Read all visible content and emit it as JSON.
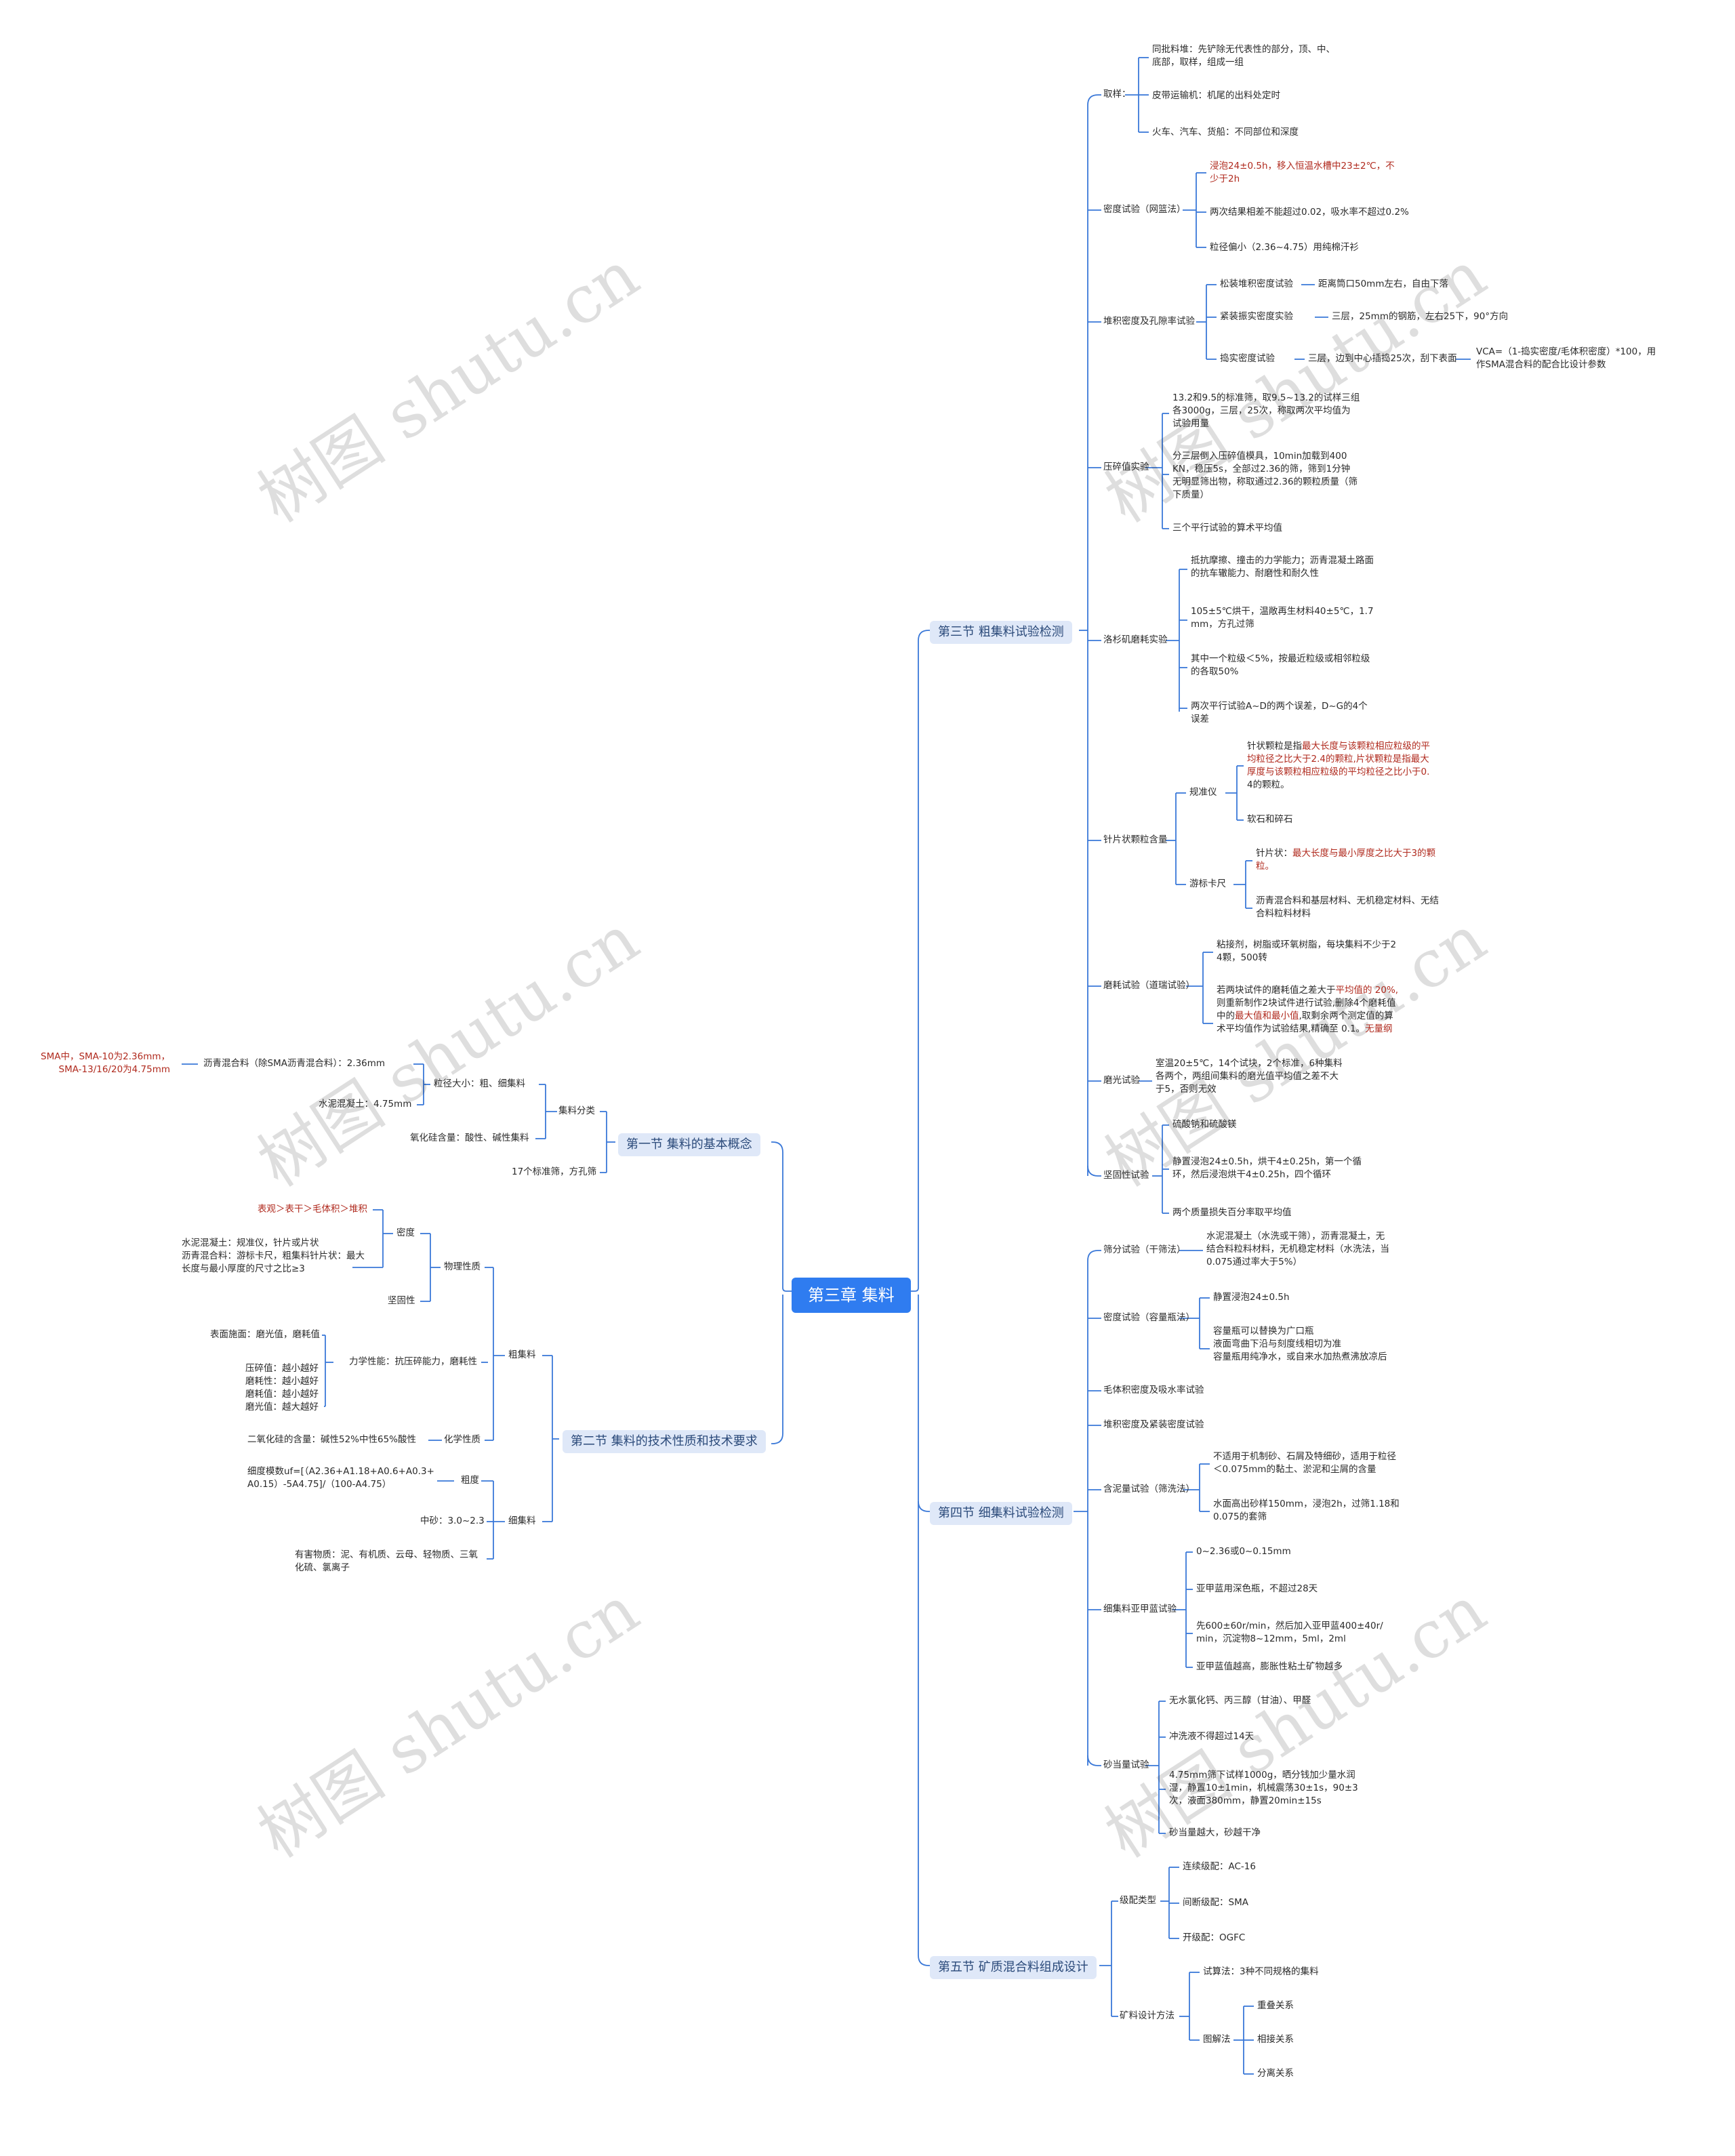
{
  "root": {
    "label": "第三章 集料"
  },
  "sections": {
    "s1": {
      "label": "第一节 集料的基本概念"
    },
    "s2": {
      "label": "第二节 集料的技术性质和技术要求"
    },
    "s3": {
      "label": "第三节 粗集料试验检测"
    },
    "s4": {
      "label": "第四节 细集料试验检测"
    },
    "s5": {
      "label": "第五节 矿质混合料组成设计"
    }
  },
  "s1": {
    "classify": "集料分类",
    "grain": "粒径大小：粗、细集料",
    "asphalt": "沥青混合料（除SMA沥青混合料）：2.36mm",
    "asphalt_note": [
      "SMA中，SMA-10为2.36mm，",
      "SMA-13/16/20为4.75mm"
    ],
    "cement": "水泥混凝土：4.75mm",
    "silica": "氧化硅含量：酸性、碱性集料",
    "sieves": "17个标准筛，方孔筛"
  },
  "s2": {
    "coarse": "粗集料",
    "physical": "物理性质",
    "density": "密度",
    "density_order": "表观＞表干＞毛体积＞堆积",
    "firmness": "坚固性",
    "needle_note": [
      "水泥混凝土：规准仪，针片或片状",
      "沥青混合料：游标卡尺，粗集料针片状：最大",
      "长度与最小厚度的尺寸之比≥3"
    ],
    "mech": "力学性能：抗压碎能力，磨耗性",
    "surface": "表面施面：磨光值，磨耗值",
    "mech_note": [
      "压碎值：越小越好",
      "磨耗性：越小越好",
      "磨耗值：越小越好",
      "磨光值：越大越好"
    ],
    "chem": "化学性质",
    "chem_note": "二氧化硅的含量：碱性52%中性65%酸性",
    "fine": "细集料",
    "fineness": "粗度",
    "fineness_note": [
      "细度模数uf=[（A2.36+A1.18+A0.6+A0.3+",
      "A0.15）-5A4.75]/（100-A4.75）"
    ],
    "medium_sand": "中砂：3.0~2.3",
    "harmful": [
      "有害物质：泥、有机质、云母、轻物质、三氧",
      "化硫、氯离子"
    ]
  },
  "s3": {
    "sampling": "取样：",
    "samp1": [
      "同批料堆：先铲除无代表性的部分，顶、中、",
      "底部，取样，组成一组"
    ],
    "samp2": "皮带运输机：机尾的出料处定时",
    "samp3": "火车、汽车、货船：不同部位和深度",
    "density": "密度试验（网篮法）",
    "dens1": [
      "浸泡24±0.5h，移入恒温水槽中23±2℃，不",
      "少于2h"
    ],
    "dens2": "两次结果相差不能超过0.02，吸水率不超过0.2%",
    "dens3": "粒径偏小（2.36~4.75）用纯棉汗衫",
    "bulk": "堆积密度及孔隙率试验",
    "loose": "松装堆积密度试验",
    "loose_v": "距离筒口50mm左右，自由下落",
    "tight": "紧装振实密度实验",
    "tight_v": "三层，25mm的钢筋，左右25下，90°方向",
    "tamp": "捣实密度试验",
    "tamp_v": "三层，边到中心插捣25次，刮下表面",
    "vca": [
      "VCA=（1-捣实密度/毛体积密度）*100，用",
      "作SMA混合料的配合比设计参数"
    ],
    "crush": "压碎值实验",
    "crush1": [
      "13.2和9.5的标准筛，取9.5~13.2的试样三组",
      "各3000g，三层，25次，称取两次平均值为",
      "试验用量"
    ],
    "crush2": [
      "分三层倒入压碎值模具，10min加载到400",
      "KN，稳压5s，全部过2.36的筛，筛到1分钟",
      "无明显筛出物，称取通过2.36的颗粒质量（筛",
      "下质量）"
    ],
    "crush3": "三个平行试验的算术平均值",
    "losang": "洛杉矶磨耗实验",
    "los1": [
      "抵抗摩擦、撞击的力学能力；沥青混凝土路面",
      "的抗车辙能力、耐磨性和耐久性"
    ],
    "los2": [
      "105±5℃烘干，温敞再生材料40±5℃，1.7",
      "mm，方孔过筛"
    ],
    "los3": [
      "其中一个粒级＜5%，按最近粒级或相邻粒级",
      "的各取50%"
    ],
    "los4": [
      "两次平行试验A~D的两个误差，D~G的4个",
      "误差"
    ],
    "needle": "针片状颗粒含量",
    "gauge": "规准仪",
    "gauge_n1a": "针状颗粒是指",
    "gauge_n1b": "最大长度与该颗粒相应粒级的平",
    "gauge_n1c": "均粒径之比大于2.4的颗粒,片状颗粒是指最大",
    "gauge_n1d": "厚度与该颗粒相应粒级的平均粒径之比小于0.",
    "gauge_n1e": "4的颗粒。",
    "gauge_n2": "软石和碎石",
    "caliper": "游标卡尺",
    "cal1a": "针片状：",
    "cal1b": "最大长度与最小厚度之比大于3的颗",
    "cal1c": "粒。",
    "cal2": [
      "沥青混合料和基层材料、无机稳定材料、无结",
      "合料粒料材料"
    ],
    "abrasion": "磨耗试验（道瑞试验）",
    "abr1": [
      "粘接剂，树脂或环氧树脂，每块集料不少于2",
      "4颗，500转"
    ],
    "abr2a": "若两块试件的磨耗值之差大于",
    "abr2b": "平均值的 20%,",
    "abr2c": "则重新制作2块试件进行试验,删除4个磨耗值",
    "abr2d": "中的",
    "abr2e": "最大值和最小值",
    "abr2f": ",取剩余两个测定值的算",
    "abr2g": "术平均值作为试验结果,精确至 0.1。",
    "abr2h": "无量纲",
    "polish": "磨光试验",
    "pol1": [
      "室温20±5℃，14个试块，2个标准，6种集料",
      "各两个，两组间集料的磨光值平均值之差不大",
      "于5，否则无效"
    ],
    "sound": "坚固性试验",
    "snd1": "硫酸钠和硫酸镁",
    "snd2": [
      "静置浸泡24±0.5h，烘干4±0.25h，第一个循",
      "环，然后浸泡烘干4±0.25h，四个循环"
    ],
    "snd3": "两个质量损失百分率取平均值"
  },
  "s4": {
    "sieve": "筛分试验（干筛法）",
    "sieve1": [
      "水泥混凝土（水洗或干筛），沥青混凝土，无",
      "结合料粒料材料，无机稳定材料（水洗法，当",
      "0.075通过率大于5%）"
    ],
    "density": "密度试验（容量瓶法）",
    "dens1": "静置浸泡24±0.5h",
    "dens2": [
      "容量瓶可以替换为广口瓶",
      "液面弯曲下沿与刻度线相切为准",
      "容量瓶用纯净水，或自来水加热煮沸放凉后"
    ],
    "bulk_abs": "毛体积密度及吸水率试验",
    "bulk_tight": "堆积密度及紧装密度试验",
    "mud": "含泥量试验（筛洗法）",
    "mud1": [
      "不适用于机制砂、石屑及特细砂，适用于粒径",
      "＜0.075mm的黏土、淤泥和尘屑的含量"
    ],
    "mud2": [
      "水面高出砂样150mm，浸泡2h，过筛1.18和",
      "0.075的套筛"
    ],
    "mb": "细集料亚甲蓝试验",
    "mb1": "0~2.36或0~0.15mm",
    "mb2": "亚甲蓝用深色瓶，不超过28天",
    "mb3": [
      "先600±60r/min，然后加入亚甲蓝400±40r/",
      "min，沉淀物8~12mm，5ml，2ml"
    ],
    "mb4": "亚甲蓝值越高，膨胀性粘土矿物越多",
    "se": "砂当量试验",
    "se1": "无水氯化钙、丙三醇（甘油）、甲醛",
    "se2": "冲洗液不得超过14天",
    "se3": [
      "4.75mm筛下试样1000g，晒分钱加少量水润",
      "湿，静置10±1min，机械震荡30±1s，90±3",
      "次，液面380mm，静置20min±15s"
    ],
    "se4": "砂当量越大，砂越干净"
  },
  "s5": {
    "grading": "级配类型",
    "g1": "连续级配：AC-16",
    "g2": "间断级配：SMA",
    "g3": "开级配：OGFC",
    "design": "矿料设计方法",
    "trial": "试算法：3种不同规格的集料",
    "graph": "图解法",
    "gr1": "重叠关系",
    "gr2": "相接关系",
    "gr3": "分离关系"
  },
  "watermark": "树图 shutu.cn",
  "colors": {
    "line": "#3a78d8",
    "root_bg": "#2f7cf0",
    "section_bg": "#dfe8f8",
    "highlight": "#b02a1e"
  }
}
